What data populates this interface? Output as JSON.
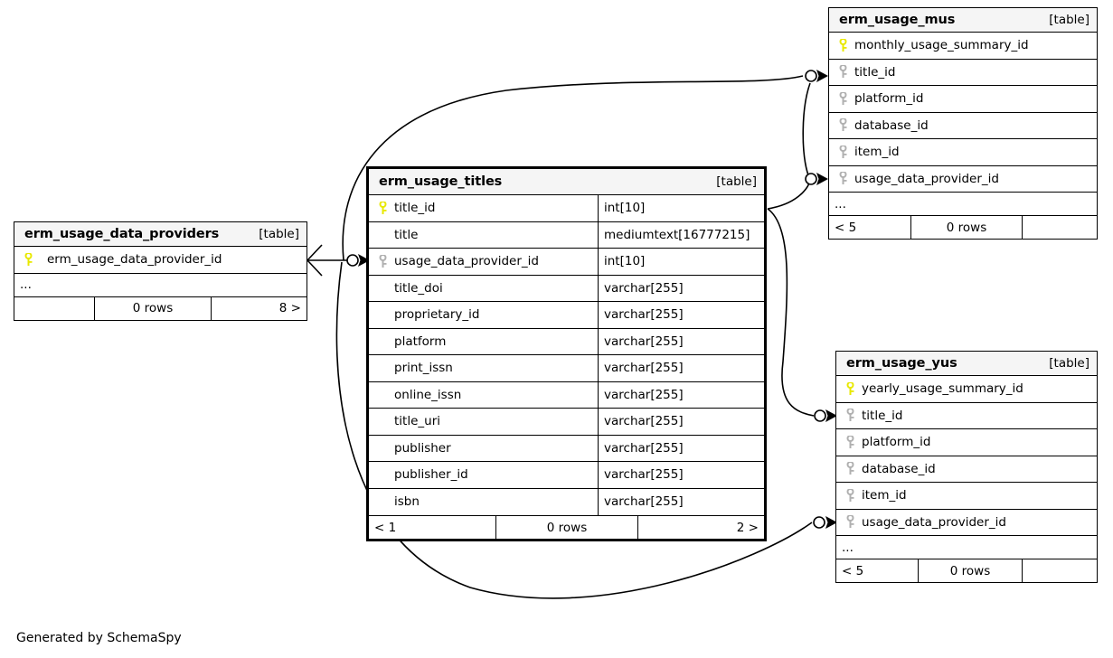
{
  "diagram": {
    "credit": "Generated by SchemaSpy",
    "table_kind_label": "[table]",
    "ellipsis": "...",
    "colors": {
      "primary_key": "#e8e800",
      "foreign_key": "#b0b0b0",
      "header_background": "#f5f5f5",
      "border": "#000000",
      "background": "#ffffff"
    }
  },
  "tables": {
    "erm_usage_titles": {
      "name": "erm_usage_titles",
      "kind": "[table]",
      "columns": [
        {
          "key": "primary",
          "name": "title_id",
          "type": "int[10]"
        },
        {
          "key": "none",
          "name": "title",
          "type": "mediumtext[16777215]"
        },
        {
          "key": "foreign",
          "name": "usage_data_provider_id",
          "type": "int[10]"
        },
        {
          "key": "none",
          "name": "title_doi",
          "type": "varchar[255]"
        },
        {
          "key": "none",
          "name": "proprietary_id",
          "type": "varchar[255]"
        },
        {
          "key": "none",
          "name": "platform",
          "type": "varchar[255]"
        },
        {
          "key": "none",
          "name": "print_issn",
          "type": "varchar[255]"
        },
        {
          "key": "none",
          "name": "online_issn",
          "type": "varchar[255]"
        },
        {
          "key": "none",
          "name": "title_uri",
          "type": "varchar[255]"
        },
        {
          "key": "none",
          "name": "publisher",
          "type": "varchar[255]"
        },
        {
          "key": "none",
          "name": "publisher_id",
          "type": "varchar[255]"
        },
        {
          "key": "none",
          "name": "isbn",
          "type": "varchar[255]"
        }
      ],
      "footer": {
        "left": "< 1",
        "center": "0 rows",
        "right": "2 >"
      }
    },
    "erm_usage_data_providers": {
      "name": "erm_usage_data_providers",
      "kind": "[table]",
      "columns": [
        {
          "key": "primary",
          "name": "erm_usage_data_provider_id",
          "type": ""
        }
      ],
      "has_ellipsis": true,
      "footer": {
        "left": "",
        "center": "0 rows",
        "right": "8 >"
      }
    },
    "erm_usage_mus": {
      "name": "erm_usage_mus",
      "kind": "[table]",
      "columns": [
        {
          "key": "primary",
          "name": "monthly_usage_summary_id",
          "type": ""
        },
        {
          "key": "foreign",
          "name": "title_id",
          "type": ""
        },
        {
          "key": "foreign",
          "name": "platform_id",
          "type": ""
        },
        {
          "key": "foreign",
          "name": "database_id",
          "type": ""
        },
        {
          "key": "foreign",
          "name": "item_id",
          "type": ""
        },
        {
          "key": "foreign",
          "name": "usage_data_provider_id",
          "type": ""
        }
      ],
      "has_ellipsis": true,
      "footer": {
        "left": "< 5",
        "center": "0 rows",
        "right": ""
      }
    },
    "erm_usage_yus": {
      "name": "erm_usage_yus",
      "kind": "[table]",
      "columns": [
        {
          "key": "primary",
          "name": "yearly_usage_summary_id",
          "type": ""
        },
        {
          "key": "foreign",
          "name": "title_id",
          "type": ""
        },
        {
          "key": "foreign",
          "name": "platform_id",
          "type": ""
        },
        {
          "key": "foreign",
          "name": "database_id",
          "type": ""
        },
        {
          "key": "foreign",
          "name": "item_id",
          "type": ""
        },
        {
          "key": "foreign",
          "name": "usage_data_provider_id",
          "type": ""
        }
      ],
      "has_ellipsis": true,
      "footer": {
        "left": "< 5",
        "center": "0 rows",
        "right": ""
      }
    }
  },
  "relationships": [
    {
      "from": "erm_usage_data_providers.erm_usage_data_provider_id",
      "to": "erm_usage_titles.usage_data_provider_id"
    },
    {
      "from": "erm_usage_titles.title_id",
      "to": "erm_usage_mus.title_id"
    },
    {
      "from": "erm_usage_titles.title_id",
      "to": "erm_usage_yus.title_id"
    },
    {
      "from": "erm_usage_titles.usage_data_provider_id",
      "to": "erm_usage_mus.usage_data_provider_id"
    },
    {
      "from": "erm_usage_titles.usage_data_provider_id",
      "to": "erm_usage_yus.usage_data_provider_id"
    }
  ]
}
